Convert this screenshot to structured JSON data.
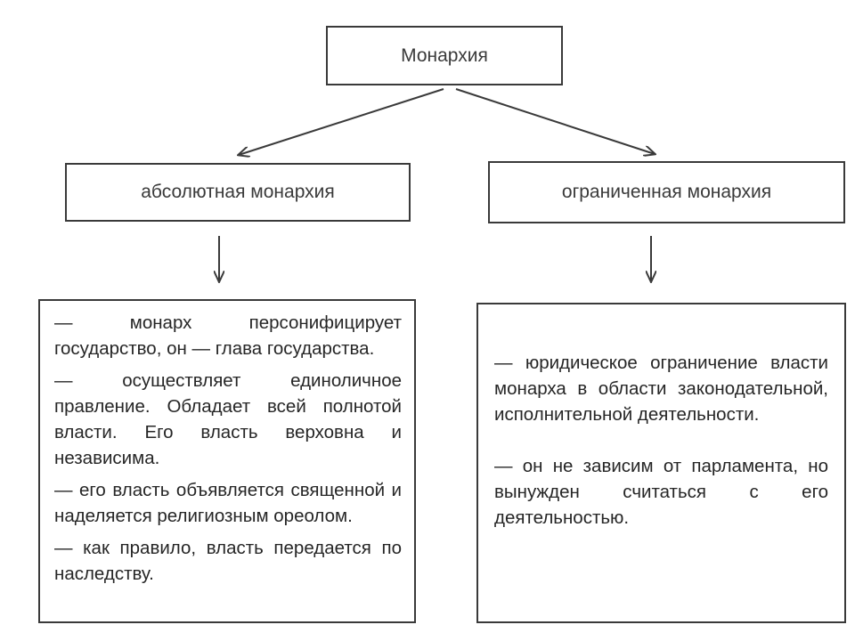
{
  "diagram": {
    "root": {
      "label": "Монархия"
    },
    "absolute": {
      "label": "абсолютная монархия",
      "items": [
        "— монарх персонифицирует государство, он — глава государства.",
        "— осуществляет единоличное правление. Обладает всей полнотой власти. Его власть верховна и независима.",
        "— его власть объявляется священной и наделяется религиозным ореолом.",
        "— как правило, власть передается по наследству."
      ]
    },
    "limited": {
      "label": "ограниченная монархия",
      "items": [
        "— юридическое ограничение власти монарха в области законодательной, исполнительной деятельности.",
        "— он не зависим от парламента, но вынужден считаться с его деятельностью."
      ]
    }
  }
}
